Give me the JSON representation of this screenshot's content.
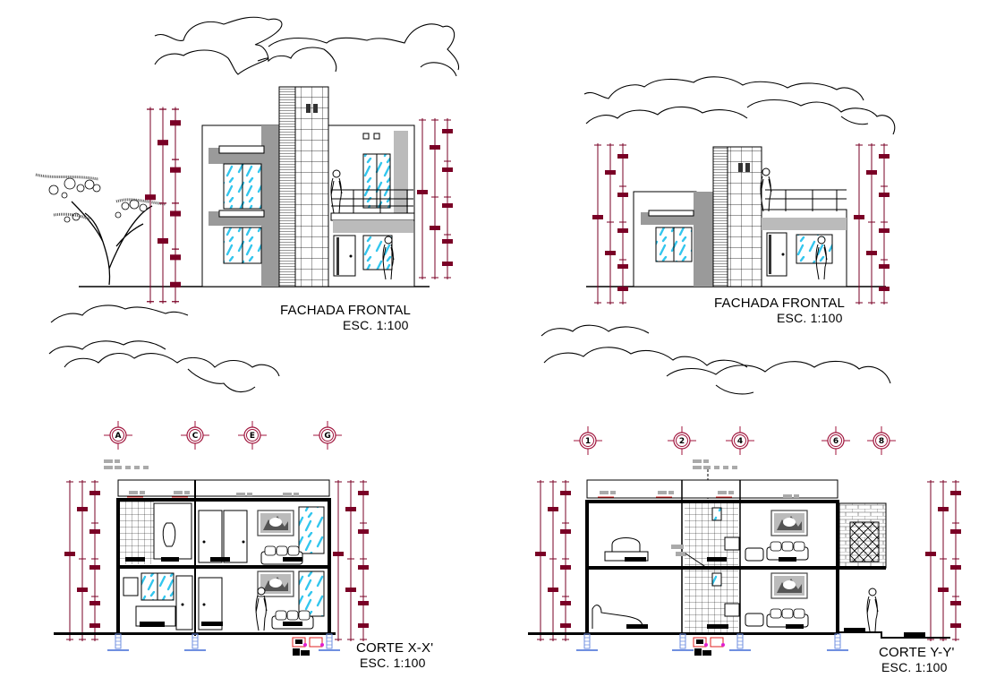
{
  "sheet": {
    "background": "#ffffff",
    "line_color": "#000000",
    "dimension_color": "#7a0026",
    "glass_color": "#33c6ee",
    "shade_color": "#9a9a9a",
    "foundation_color": "#6f8fe0",
    "accent_magenta": "#e020d0"
  },
  "drawings": [
    {
      "id": "facade-left",
      "title": "FACHADA FRONTAL",
      "scale": "ESC. 1:100"
    },
    {
      "id": "facade-right",
      "title": "FACHADA FRONTAL",
      "scale": "ESC. 1:100"
    },
    {
      "id": "section-x",
      "title": "CORTE X-X'",
      "scale": "ESC. 1:100",
      "grid_axes": [
        "A",
        "C",
        "E",
        "G"
      ]
    },
    {
      "id": "section-y",
      "title": "CORTE Y-Y'",
      "scale": "ESC. 1:100",
      "grid_axes": [
        "1",
        "2",
        "4",
        "6",
        "8"
      ]
    }
  ]
}
